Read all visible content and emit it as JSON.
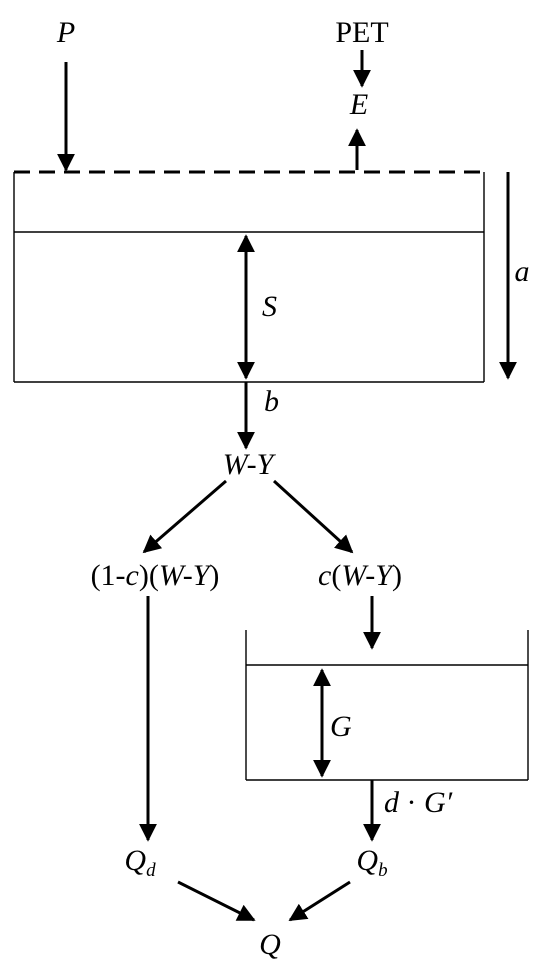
{
  "diagram": {
    "inputs": {
      "p": "P",
      "pet": "PET",
      "e": "E"
    },
    "upper_store": {
      "depth_label": "a",
      "storage_label": "S",
      "outflow_label": "b"
    },
    "w_minus_y": "W-Y",
    "split": {
      "left_prefix": "(1-",
      "left_c": "c",
      "left_mid": ")(",
      "left_wy": "W-Y",
      "left_close": ")",
      "right_c": "c",
      "right_open": "(",
      "right_wy": "W-Y",
      "right_close": ")"
    },
    "groundwater_store": {
      "storage_label": "G",
      "outflow_d": "d",
      "outflow_dot": " · ",
      "outflow_g": "G′"
    },
    "outputs": {
      "qd_main": "Q",
      "qd_sub": "d",
      "qb_main": "Q",
      "qb_sub": "b",
      "q_total": "Q"
    }
  }
}
